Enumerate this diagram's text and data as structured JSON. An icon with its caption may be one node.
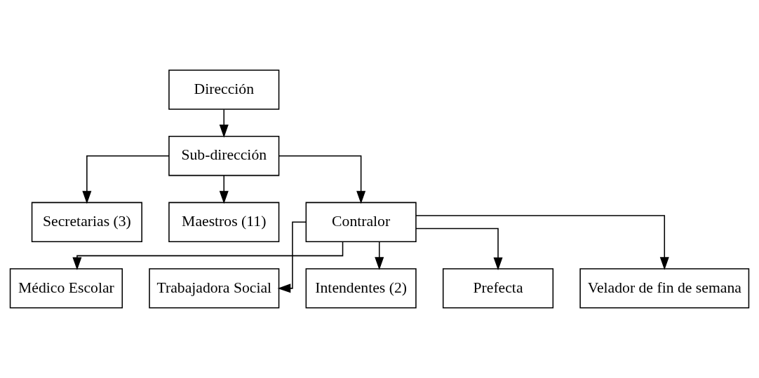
{
  "diagram": {
    "nodes": [
      {
        "text": [
          "Dirección"
        ]
      },
      {
        "text": [
          "Sub-dirección"
        ]
      },
      {
        "text": [
          "Secretarias (3)"
        ]
      },
      {
        "text": [
          "Maestros (11)"
        ]
      },
      {
        "text": [
          "Contralor"
        ]
      },
      {
        "text": [
          "Médico Escolar"
        ]
      },
      {
        "text": [
          "Trabajadora Social"
        ]
      },
      {
        "text": [
          "Intendentes (2)"
        ]
      },
      {
        "text": [
          "Prefecta"
        ]
      },
      {
        "text": [
          "Velador de fin de semana"
        ]
      }
    ],
    "edges": [
      {
        "from": 0,
        "to": 1,
        "arrow": "to"
      },
      {
        "from": 1,
        "to": 2,
        "arrow": "to"
      },
      {
        "from": 1,
        "to": 3,
        "arrow": "to"
      },
      {
        "from": 1,
        "to": 4,
        "arrow": "to"
      },
      {
        "from": 4,
        "to": 5,
        "arrow": "to"
      },
      {
        "from": 4,
        "to": 6,
        "arrow": "to"
      },
      {
        "from": 4,
        "to": 7,
        "arrow": "to"
      },
      {
        "from": 4,
        "to": 8,
        "arrow": "to"
      },
      {
        "from": 4,
        "to": 9,
        "arrow": "to"
      }
    ]
  }
}
